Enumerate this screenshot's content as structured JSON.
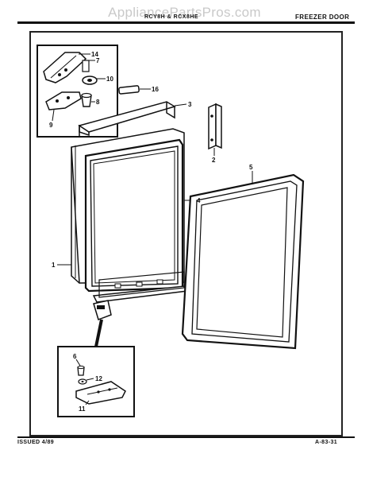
{
  "header": {
    "watermark": "AppliancePartsPros.com",
    "model": "RCY8H & RCX8HE",
    "section_title": "FREEZER DOOR"
  },
  "footer": {
    "issued": "ISSUED 4/89",
    "page_code": "A-83-31"
  },
  "callouts": {
    "c14": "14",
    "c7": "7",
    "c10": "10",
    "c16": "16",
    "c8a": "8",
    "c9": "9",
    "c3": "3",
    "c2": "2",
    "c5": "5",
    "c1": "1",
    "c4": "4",
    "c6": "6",
    "c12": "12",
    "c11": "11"
  }
}
